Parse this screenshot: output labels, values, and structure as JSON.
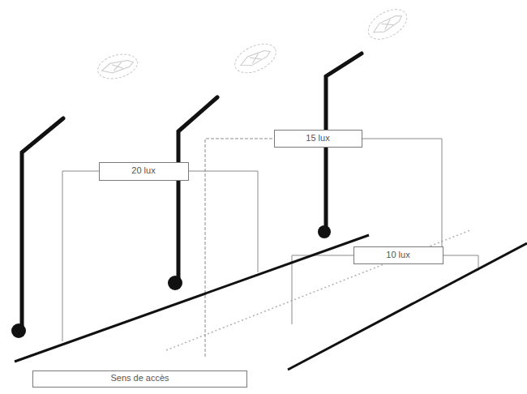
{
  "diagram": {
    "nodes": [
      {
        "text": [
          "20 lux"
        ]
      },
      {
        "text": [
          "15 lux"
        ]
      },
      {
        "text": [
          "10 lux"
        ]
      },
      {
        "text": [
          "Sens de accès"
        ]
      }
    ]
  }
}
